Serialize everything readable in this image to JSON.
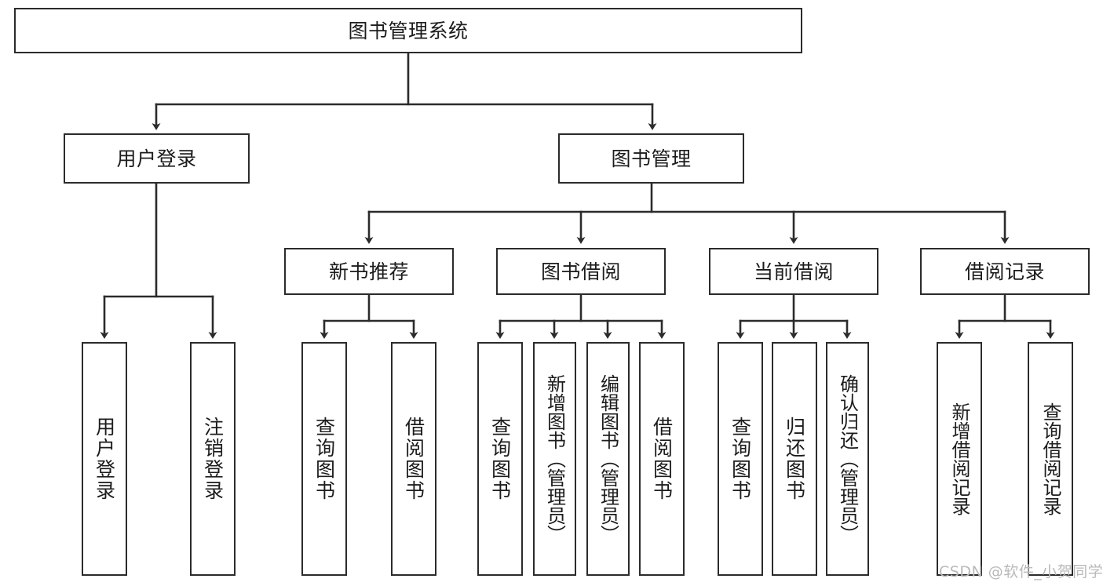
{
  "diagram": {
    "title_node": {
      "id": "root",
      "label": "图书管理系统"
    },
    "level2": [
      {
        "id": "user-login",
        "label": "用户登录"
      },
      {
        "id": "book-manage",
        "label": "图书管理"
      }
    ],
    "level3": [
      {
        "id": "new-book-recommend",
        "label": "新书推荐"
      },
      {
        "id": "book-borrow",
        "label": "图书借阅"
      },
      {
        "id": "current-borrow",
        "label": "当前借阅"
      },
      {
        "id": "borrow-record",
        "label": "借阅记录"
      }
    ],
    "leaves": {
      "user_login": [
        {
          "id": "leaf-user-login",
          "label": "用户登录"
        },
        {
          "id": "leaf-logout-login",
          "label": "注销登录"
        }
      ],
      "new_book_recommend": [
        {
          "id": "leaf-query-book-1",
          "label": "查询图书"
        },
        {
          "id": "leaf-borrow-book-1",
          "label": "借阅图书"
        }
      ],
      "book_borrow": [
        {
          "id": "leaf-query-book-2",
          "label": "查询图书"
        },
        {
          "id": "leaf-add-book-admin",
          "label": "新增图书（管理员）"
        },
        {
          "id": "leaf-edit-book-admin",
          "label": "编辑图书（管理员）"
        },
        {
          "id": "leaf-borrow-book-2",
          "label": "借阅图书"
        }
      ],
      "current_borrow": [
        {
          "id": "leaf-query-book-3",
          "label": "查询图书"
        },
        {
          "id": "leaf-return-book",
          "label": "归还图书"
        },
        {
          "id": "leaf-confirm-return-admin",
          "label": "确认归还（管理员）"
        }
      ],
      "borrow_record": [
        {
          "id": "leaf-add-borrow-record",
          "label": "新增借阅记录"
        },
        {
          "id": "leaf-query-borrow-record",
          "label": "查询借阅记录"
        }
      ]
    },
    "watermark": "CSDN @软件_小贺同学",
    "colors": {
      "box_border": "#2b2b2b",
      "box_fill": "#ffffff",
      "connector": "#2b2b2b",
      "text": "#1c1c1c",
      "watermark": "#b9b9b9",
      "background": "#ffffff"
    }
  }
}
